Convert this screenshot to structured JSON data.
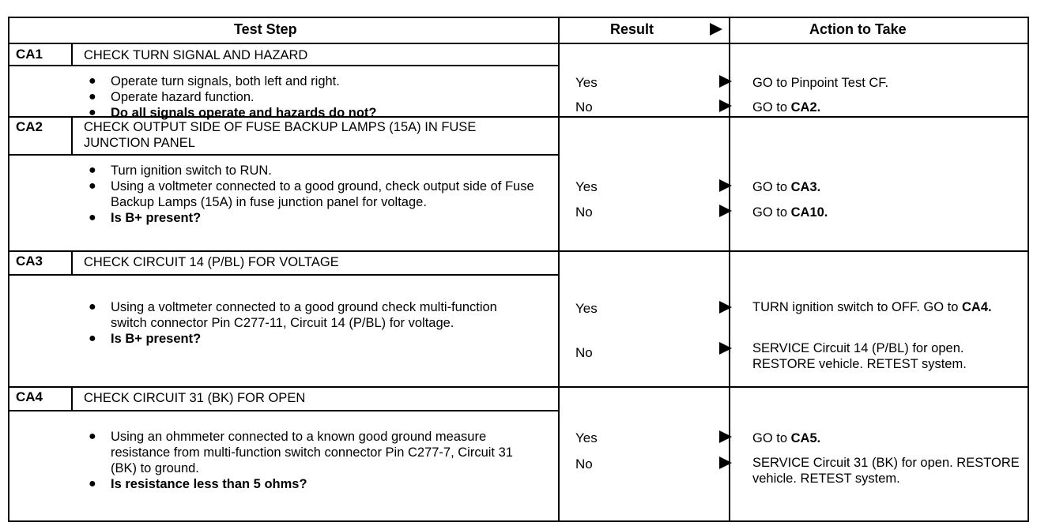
{
  "header": {
    "test_step": "Test Step",
    "result": "Result",
    "action": "Action to Take"
  },
  "steps": [
    {
      "code": "CA1",
      "title": "CHECK TURN SIGNAL AND HAZARD",
      "bullets": [
        "Operate turn signals, both left and right.",
        "Operate hazard function."
      ],
      "question": "Do all signals operate and hazards do not?",
      "yes_label": "Yes",
      "yes_action_pre": "GO to Pinpoint Test CF.",
      "yes_action_bold": "",
      "no_label": "No",
      "no_action_pre": "GO to ",
      "no_action_bold": "CA2."
    },
    {
      "code": "CA2",
      "title": "CHECK OUTPUT SIDE OF FUSE BACKUP LAMPS (15A) IN FUSE JUNCTION PANEL",
      "bullets": [
        "Turn ignition switch to RUN.",
        "Using a voltmeter connected to a good ground, check output side of Fuse Backup Lamps (15A) in fuse junction panel for voltage."
      ],
      "question": "Is B+ present?",
      "yes_label": "Yes",
      "yes_action_pre": "GO to ",
      "yes_action_bold": "CA3.",
      "no_label": "No",
      "no_action_pre": "GO to ",
      "no_action_bold": "CA10."
    },
    {
      "code": "CA3",
      "title": "CHECK CIRCUIT 14 (P/BL) FOR VOLTAGE",
      "bullets": [
        "Using a voltmeter connected to a good ground check multi-function switch connector Pin C277-11, Circuit 14 (P/BL) for voltage."
      ],
      "question": "Is B+ present?",
      "yes_label": "Yes",
      "yes_action_pre": "TURN ignition switch to OFF. GO to ",
      "yes_action_bold": "CA4.",
      "no_label": "No",
      "no_action_pre": "SERVICE Circuit 14 (P/BL) for open. RESTORE vehicle. RETEST system.",
      "no_action_bold": ""
    },
    {
      "code": "CA4",
      "title": "CHECK CIRCUIT 31 (BK) FOR OPEN",
      "bullets": [
        "Using an ohmmeter connected to a known good ground measure resistance from multi-function switch connector Pin C277-7, Circuit 31 (BK) to ground."
      ],
      "question": "Is resistance less than 5 ohms?",
      "yes_label": "Yes",
      "yes_action_pre": "GO to ",
      "yes_action_bold": "CA5.",
      "no_label": "No",
      "no_action_pre": "SERVICE Circuit 31 (BK) for open. RESTORE vehicle. RETEST system.",
      "no_action_bold": ""
    }
  ]
}
